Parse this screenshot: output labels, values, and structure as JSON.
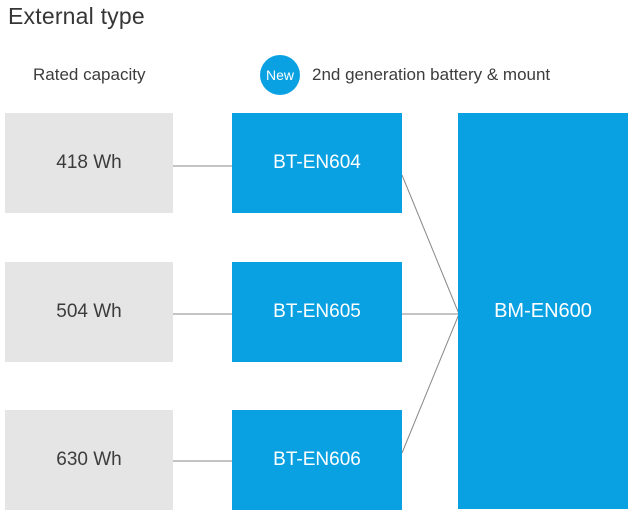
{
  "header": {
    "title": "External type",
    "capacity_label": "Rated capacity",
    "new_badge_label": "New",
    "generation_label": "2nd generation battery & mount"
  },
  "colors": {
    "accent_blue": "#0aa1e2",
    "capacity_box_gray": "#e5e5e5",
    "connector_line_gray": "#888888",
    "text_dark": "#3c3c3c",
    "text_on_blue": "#ffffff"
  },
  "diagram": {
    "capacities": [
      "418 Wh",
      "504 Wh",
      "630 Wh"
    ],
    "batteries": [
      "BT-EN604",
      "BT-EN605",
      "BT-EN606"
    ],
    "mount": "BM-EN600"
  }
}
